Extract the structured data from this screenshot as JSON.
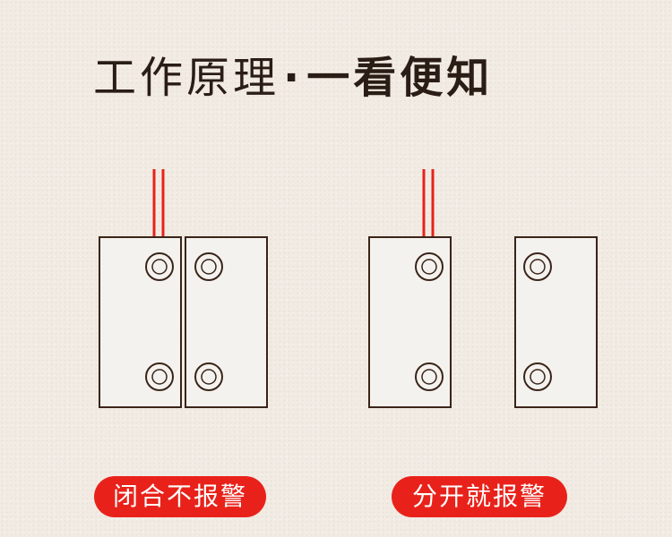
{
  "title": {
    "light": "工作原理",
    "separator": "·",
    "bold": "一看便知"
  },
  "labels": {
    "closed": "闭合不报警",
    "open": "分开就报警"
  },
  "colors": {
    "background": "#f1ebe3",
    "wire": "#e8221a",
    "outline": "#3a2418",
    "label_bg": "#e8221a",
    "label_text": "#ffffff"
  }
}
